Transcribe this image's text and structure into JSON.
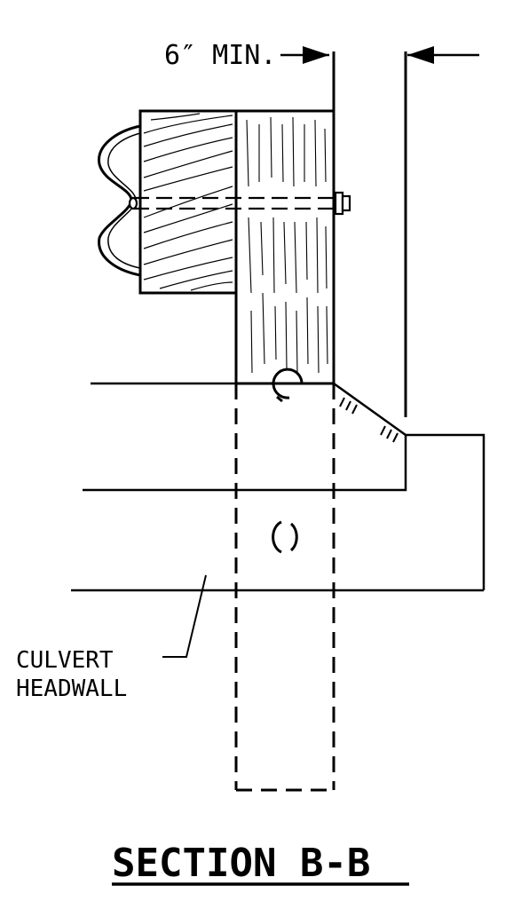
{
  "dimension": {
    "label": "6″ MIN."
  },
  "callout": {
    "line1": "CULVERT",
    "line2": "HEADWALL"
  },
  "title": "SECTION B-B"
}
